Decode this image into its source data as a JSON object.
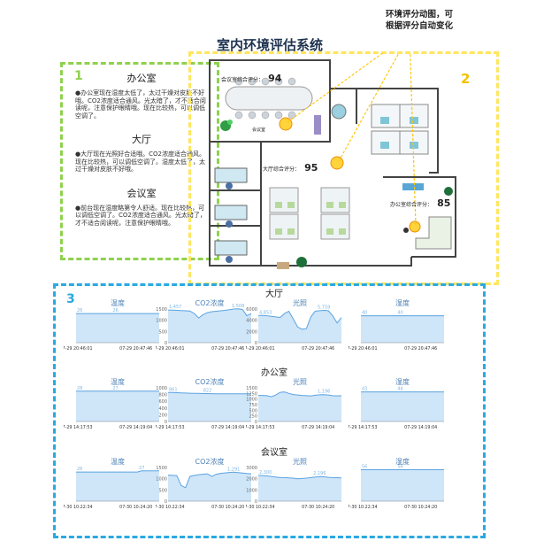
{
  "header": {
    "main_title": "室内环境评估系统",
    "callout": [
      "环境评分动图，可",
      "根据评分自动变化"
    ]
  },
  "panel_numbers": {
    "p1": "1",
    "p2": "2",
    "p3": "3"
  },
  "rooms_text": [
    {
      "name": "办公室",
      "text": "●办公室现在湿度太低了，太过干燥对皮肤不好哦。CO2浓度适合通风。光太暗了，才不适合阅读呢，注意保护眼睛哦。现在比较热，可以调低空调了。"
    },
    {
      "name": "大厅",
      "text": "●大厅现在光照好合适哦。CO2浓度适合通风。现在比较热，可以调低空调了。湿度太低了，太过干燥对皮肤不好哦。"
    },
    {
      "name": "会议室",
      "text": "●前台现在湿度略第令人舒适。现在比较热，可以调低空调了。CO2浓度适合通风。光太暗了，才不适合阅读呢，注意保护眼睛哦。"
    }
  ],
  "floorplan": {
    "meeting": {
      "label": "会议室综合评分：",
      "score": "94",
      "note": "会议室"
    },
    "hall": {
      "label": "大厅综合评分：",
      "score": "95"
    },
    "office": {
      "label": "办公室综合评分：",
      "score": "85"
    }
  },
  "colors": {
    "area_line": "#5aa3e0",
    "area_fill": "#cfe5f8",
    "axis": "#9aa7b3",
    "label": "#7fb6e6"
  },
  "chart_data": [
    {
      "section": "大厅",
      "charts": [
        {
          "type": "area",
          "title": "温度",
          "y": [
            26,
            26,
            26,
            26,
            26,
            26,
            26,
            26,
            26,
            26,
            26,
            26,
            26,
            26,
            26,
            26,
            26,
            26,
            26,
            26
          ],
          "ylim": [
            0,
            30
          ],
          "yticks": [],
          "peak": "26",
          "endlabel": "26",
          "xticks": [
            "07-29 20:46:01",
            "07-29 20:47:46"
          ]
        },
        {
          "type": "area",
          "title": "CO2浓度",
          "y": [
            1457,
            1450,
            1440,
            1430,
            1420,
            1410,
            1300,
            1100,
            1250,
            1340,
            1380,
            1400,
            1420,
            1440,
            1470,
            1500,
            1508,
            1480,
            1200,
            1300
          ],
          "ylim": [
            0,
            1500
          ],
          "yticks": [
            "1500",
            "1000",
            "500",
            "0"
          ],
          "peak": "1,457",
          "endlabel": "1,508",
          "xticks": [
            "07-29 20:46:01",
            "07-29 20:47:46"
          ]
        },
        {
          "type": "area",
          "title": "光照",
          "y": [
            4853,
            4853,
            4800,
            4700,
            4600,
            4500,
            5200,
            5600,
            4200,
            2800,
            2400,
            2500,
            4600,
            5600,
            5700,
            5759,
            5700,
            4800,
            3500,
            4500
          ],
          "ylim": [
            0,
            6000
          ],
          "yticks": [
            "6000",
            "4000",
            "2000",
            "0"
          ],
          "peak": "4,853",
          "endlabel": "5,759",
          "xticks": [
            "07-29 20:46:01",
            "07-29 20:47:46"
          ]
        },
        {
          "type": "area",
          "title": "湿度",
          "y": [
            40,
            40,
            40,
            40,
            40,
            40,
            40,
            40,
            40,
            40,
            40,
            40,
            40,
            40,
            40,
            40,
            40,
            40,
            40,
            40
          ],
          "ylim": [
            0,
            50
          ],
          "yticks": [],
          "peak": "40",
          "endlabel": "40",
          "xticks": [
            "07-29 20:46:01",
            "07-29 20:47:46"
          ]
        }
      ]
    },
    {
      "section": "办公室",
      "charts": [
        {
          "type": "area",
          "title": "温度",
          "y": [
            27,
            27,
            27,
            27,
            27,
            27,
            27,
            27,
            27,
            27,
            27,
            27,
            27,
            27,
            27,
            27,
            27,
            27,
            27,
            27
          ],
          "ylim": [
            0,
            30
          ],
          "yticks": [],
          "peak": "28",
          "endlabel": "27",
          "xticks": [
            "07-29 14:17:53",
            "07-29 14:19:04"
          ]
        },
        {
          "type": "area",
          "title": "CO2浓度",
          "y": [
            861,
            860,
            855,
            850,
            845,
            840,
            838,
            835,
            830,
            828,
            826,
            825,
            824,
            823,
            823,
            822,
            822,
            822,
            822,
            822
          ],
          "ylim": [
            0,
            1000
          ],
          "yticks": [
            "1000",
            "800",
            "600",
            "400",
            "200",
            "0"
          ],
          "peak": "861",
          "endlabel": "822",
          "xticks": [
            "07-29 14:17:53",
            "07-29 14:19:04"
          ]
        },
        {
          "type": "area",
          "title": "光照",
          "y": [
            1160,
            1160,
            1150,
            1100,
            1180,
            1300,
            1320,
            1250,
            1200,
            1180,
            1160,
            1150,
            1140,
            1170,
            1190,
            1196,
            1180,
            1150,
            1140,
            1150
          ],
          "ylim": [
            0,
            1500
          ],
          "yticks": [
            "1500",
            "1250",
            "1000",
            "750",
            "500",
            "250",
            "0"
          ],
          "peak": "",
          "endlabel": "1,196",
          "xticks": [
            "07-29 14:17:53",
            "07-29 14:19:04"
          ]
        },
        {
          "type": "area",
          "title": "湿度",
          "y": [
            44,
            44,
            44,
            44,
            44,
            44,
            44,
            44,
            44,
            44,
            44,
            44,
            44,
            44,
            44,
            44,
            44,
            44,
            44,
            44
          ],
          "ylim": [
            0,
            50
          ],
          "yticks": [],
          "peak": "43",
          "endlabel": "44",
          "xticks": [
            "07-29 14:17:53",
            "07-29 14:19:04"
          ]
        }
      ]
    },
    {
      "section": "会议室",
      "charts": [
        {
          "type": "area",
          "title": "温度",
          "y": [
            26,
            26,
            26,
            26,
            26,
            26,
            26,
            26,
            26,
            26,
            26,
            26,
            26,
            26,
            26,
            27,
            27,
            27,
            27,
            27
          ],
          "ylim": [
            0,
            30
          ],
          "yticks": [],
          "peak": "26",
          "endlabel": "27",
          "xticks": [
            "07-30 10:22:34",
            "07-30 10:24:20"
          ]
        },
        {
          "type": "area",
          "title": "CO2浓度",
          "y": [
            1160,
            1150,
            1140,
            700,
            600,
            1100,
            1150,
            1180,
            1200,
            1220,
            1100,
            1200,
            1240,
            1260,
            1280,
            1291,
            1270,
            1250,
            1230,
            1220
          ],
          "ylim": [
            0,
            1500
          ],
          "yticks": [
            "1500",
            "1000",
            "500",
            "0"
          ],
          "peak": "",
          "endlabel": "1,291",
          "xticks": [
            "07-30 10:22:34",
            "07-30 10:24:20"
          ]
        },
        {
          "type": "area",
          "title": "光照",
          "y": [
            2300,
            2280,
            2250,
            2200,
            2150,
            2100,
            2100,
            2080,
            2050,
            2000,
            2020,
            2050,
            2100,
            2150,
            2196,
            2180,
            2120,
            2100,
            2090,
            2080
          ],
          "ylim": [
            0,
            3000
          ],
          "yticks": [
            "3000",
            "2000",
            "1000",
            "0"
          ],
          "peak": "2,300",
          "endlabel": "2,196",
          "xticks": [
            "07-30 10:22:34",
            "07-30 10:24:20"
          ]
        },
        {
          "type": "area",
          "title": "湿度",
          "y": [
            56,
            56,
            56,
            56,
            56,
            56,
            56,
            56,
            56,
            56,
            56,
            56,
            56,
            56,
            56,
            56,
            56,
            56,
            56,
            56
          ],
          "ylim": [
            0,
            60
          ],
          "yticks": [],
          "peak": "56",
          "endlabel": "56",
          "xticks": [
            "07-30 10:22:34",
            "07-30 10:24:20"
          ]
        }
      ]
    }
  ]
}
